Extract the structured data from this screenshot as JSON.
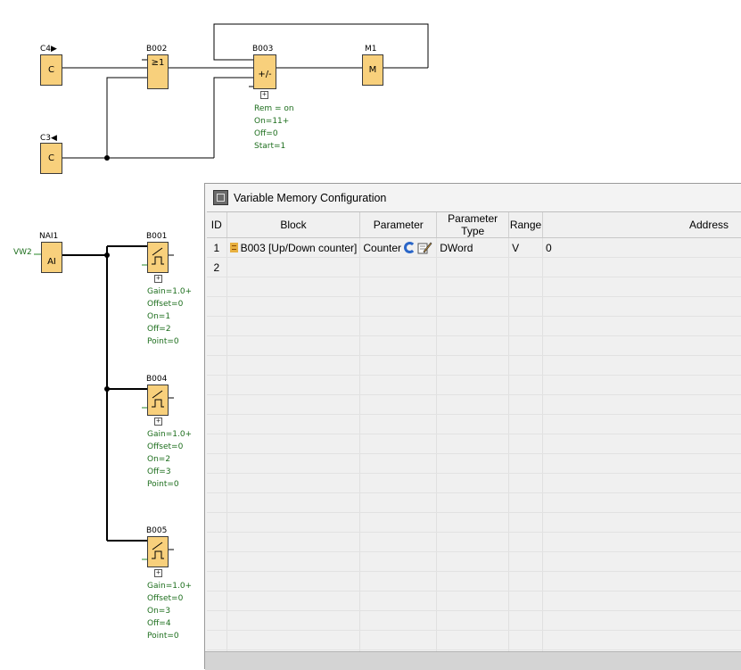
{
  "diagram": {
    "blocks": {
      "C4": {
        "name": "C4▶",
        "text": "C"
      },
      "C3": {
        "name": "C3◀",
        "text": "C"
      },
      "B002": {
        "name": "B002",
        "text": "≥1"
      },
      "B003": {
        "name": "B003",
        "text": "+/-",
        "params": [
          "Rem = on",
          "On=11+",
          "Off=0",
          "Start=1"
        ]
      },
      "M1": {
        "name": "M1",
        "text": "M"
      },
      "NAI1": {
        "name": "NAI1",
        "text": "AI",
        "side": "VW2"
      },
      "B001": {
        "name": "B001",
        "params": [
          "Gain=1.0+",
          "Offset=0",
          "On=1",
          "Off=2",
          "Point=0"
        ]
      },
      "B004": {
        "name": "B004",
        "params": [
          "Gain=1.0+",
          "Offset=0",
          "On=2",
          "Off=3",
          "Point=0"
        ]
      },
      "B005": {
        "name": "B005",
        "params": [
          "Gain=1.0+",
          "Offset=0",
          "On=3",
          "Off=4",
          "Point=0"
        ]
      }
    },
    "colors": {
      "block_fill": "#f8d07c",
      "param_text": "#1d6e1d",
      "wire": "#000000"
    }
  },
  "window": {
    "title": "Variable Memory Configuration",
    "columns": [
      "ID",
      "Block",
      "Parameter",
      "Parameter Type",
      "Range",
      "Address"
    ],
    "rows": [
      {
        "id": "1",
        "block": "B003 [Up/Down counter]",
        "parameter": "Counter",
        "type": "DWord",
        "range": "V",
        "address": "0"
      },
      {
        "id": "2",
        "block": "",
        "parameter": "",
        "type": "",
        "range": "",
        "address": ""
      }
    ],
    "icons": {
      "block_icon": "counter-block-icon",
      "refresh": "refresh-icon",
      "edit": "edit-icon"
    }
  }
}
